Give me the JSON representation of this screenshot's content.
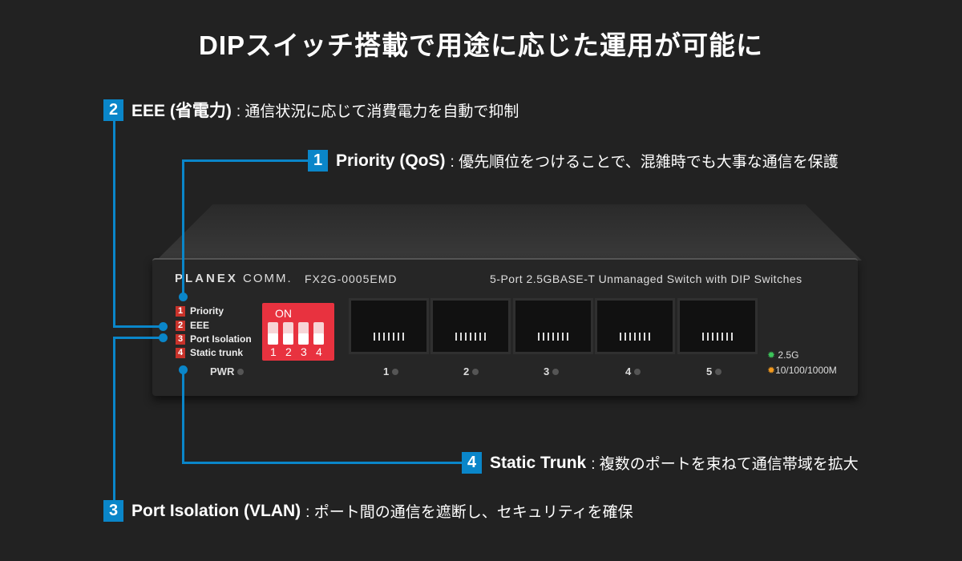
{
  "title": "DIPスイッチ搭載で用途に応じた運用が可能に",
  "callouts": [
    {
      "num": "1",
      "name": "Priority (QoS)",
      "desc": ": 優先順位をつけることで、混雑時でも大事な通信を保護"
    },
    {
      "num": "2",
      "name": "EEE (省電力)",
      "desc": ": 通信状況に応じて消費電力を自動で抑制"
    },
    {
      "num": "3",
      "name": "Port Isolation (VLAN)",
      "desc": ": ポート間の通信を遮断し、セキュリティを確保"
    },
    {
      "num": "4",
      "name": "Static Trunk",
      "desc": ": 複数のポートを束ねて通信帯域を拡大"
    }
  ],
  "device": {
    "brand": "PLANEX",
    "brand_suffix": "COMM.",
    "model": "FX2G-0005EMD",
    "description": "5-Port 2.5GBASE-T Unmanaged Switch with DIP Switches",
    "dip_legend": [
      {
        "num": "1",
        "label": "Priority"
      },
      {
        "num": "2",
        "label": "EEE"
      },
      {
        "num": "3",
        "label": "Port Isolation"
      },
      {
        "num": "4",
        "label": "Static trunk"
      }
    ],
    "dip_on_label": "ON",
    "dip_numbers": [
      "1",
      "2",
      "3",
      "4"
    ],
    "pwr_label": "PWR",
    "ports": [
      "1",
      "2",
      "3",
      "4",
      "5"
    ],
    "led_legend": [
      {
        "label": "2.5G",
        "color": "#3cc45a"
      },
      {
        "label": "10/100/1000M",
        "color": "#f39a1e"
      }
    ]
  },
  "colors": {
    "accent": "#0a86c9",
    "background": "#222222",
    "dip": "#e8323f"
  }
}
